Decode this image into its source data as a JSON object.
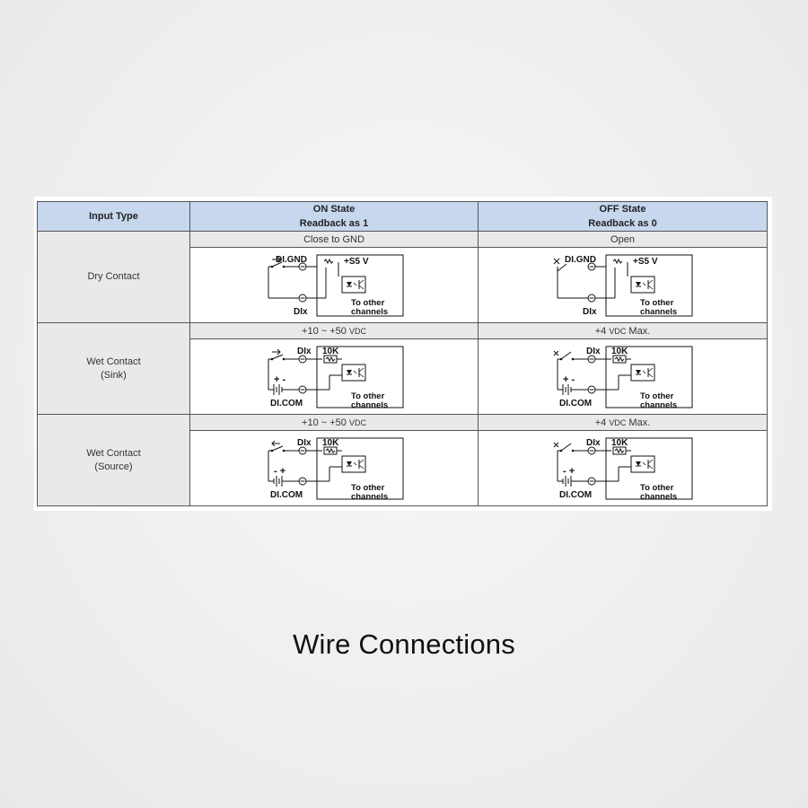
{
  "table": {
    "headers": {
      "input_type": "Input Type",
      "on_state": {
        "line1": "ON State",
        "line2": "Readback as 1"
      },
      "off_state": {
        "line1": "OFF State",
        "line2": "Readback as 0"
      }
    },
    "rows": [
      {
        "type": "Dry Contact",
        "on_condition": "Close to GND",
        "off_condition": "Open"
      },
      {
        "type_line1": "Wet Contact",
        "type_line2": "(Sink)",
        "on_condition_main": "+10 ~ +50 ",
        "on_condition_unit": "VDC",
        "off_condition_main": "+4 ",
        "off_condition_unit": "VDC",
        "off_condition_tail": " Max."
      },
      {
        "type_line1": "Wet Contact",
        "type_line2": "(Source)",
        "on_condition_main": "+10 ~ +50 ",
        "on_condition_unit": "VDC",
        "off_condition_main": "+4 ",
        "off_condition_unit": "VDC",
        "off_condition_tail": " Max."
      }
    ],
    "diagram_labels": {
      "di_gnd": "DI.GND",
      "dix": "DIx",
      "s5v": "+S5 V",
      "to_other": "To other",
      "channels": "channels",
      "r10k": "10K",
      "di_com": "DI.COM",
      "plus_minus": "+ -",
      "minus_plus": "- +"
    }
  },
  "caption": "Wire Connections"
}
